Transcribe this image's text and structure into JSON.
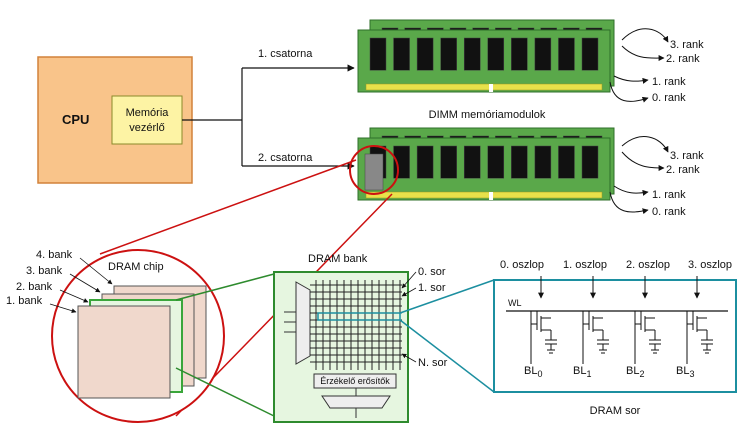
{
  "colors": {
    "cpu_fill": "#f9c48a",
    "cpu_border": "#d2823a",
    "controller_fill": "#fdf3a4",
    "pcb_green": "#5aa84a",
    "pcb_dark": "#2f6f2a",
    "chip_black": "#111111",
    "gold": "#e8e14a",
    "zoom_red": "#cc1111",
    "bank_green": "#3aa63a",
    "row_teal": "#1c8fa0",
    "bank_fill": "#f0d8cc"
  },
  "cpu": {
    "label": "CPU",
    "controller_line1": "Memória",
    "controller_line2": "vezérlő"
  },
  "channels": {
    "ch1": "1. csatorna",
    "ch2": "2. csatorna"
  },
  "dimm_caption": "DIMM memóriamodulok",
  "ranks": {
    "r3": "3. rank",
    "r2": "2. rank",
    "r1": "1. rank",
    "r0": "0. rank"
  },
  "chip": {
    "title": "DRAM chip",
    "banks": [
      "4. bank",
      "3. bank",
      "2. bank",
      "1. bank"
    ]
  },
  "bank": {
    "title": "DRAM bank",
    "row0": "0. sor",
    "row1": "1. sor",
    "rowN": "N. sor",
    "sense_amp": "Érzékelő erősítők"
  },
  "row": {
    "title": "DRAM sor",
    "wl": "WL",
    "columns": [
      "0. oszlop",
      "1. oszlop",
      "2. oszlop",
      "3. oszlop"
    ],
    "bitlines": [
      "BL",
      "BL",
      "BL",
      "BL"
    ],
    "bitline_subs": [
      "0",
      "1",
      "2",
      "3"
    ]
  }
}
